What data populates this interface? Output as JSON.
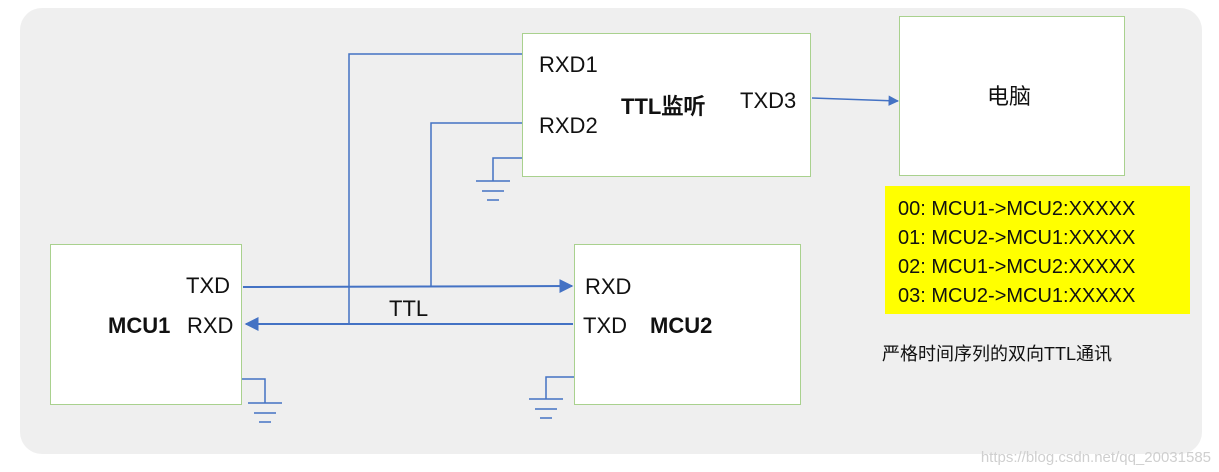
{
  "monitor": {
    "title": "TTL监听",
    "port_rxd1": "RXD1",
    "port_rxd2": "RXD2",
    "port_txd3": "TXD3"
  },
  "pc": {
    "title": "电脑"
  },
  "mcu1": {
    "title": "MCU1",
    "port_txd": "TXD",
    "port_rxd": "RXD"
  },
  "mcu2": {
    "title": "MCU2",
    "port_rxd": "RXD",
    "port_txd": "TXD"
  },
  "bus_label": "TTL",
  "sequence": [
    "00:  MCU1->MCU2:XXXXX",
    "01:  MCU2->MCU1:XXXXX",
    "02:  MCU1->MCU2:XXXXX",
    "03:  MCU2->MCU1:XXXXX"
  ],
  "caption": "严格时间序列的双向TTL通讯",
  "watermark": "https://blog.csdn.net/qq_20031585",
  "colors": {
    "wire": "#4472c4",
    "box_border": "#a9d18e",
    "highlight": "#ffff00",
    "panel": "#efefef"
  }
}
